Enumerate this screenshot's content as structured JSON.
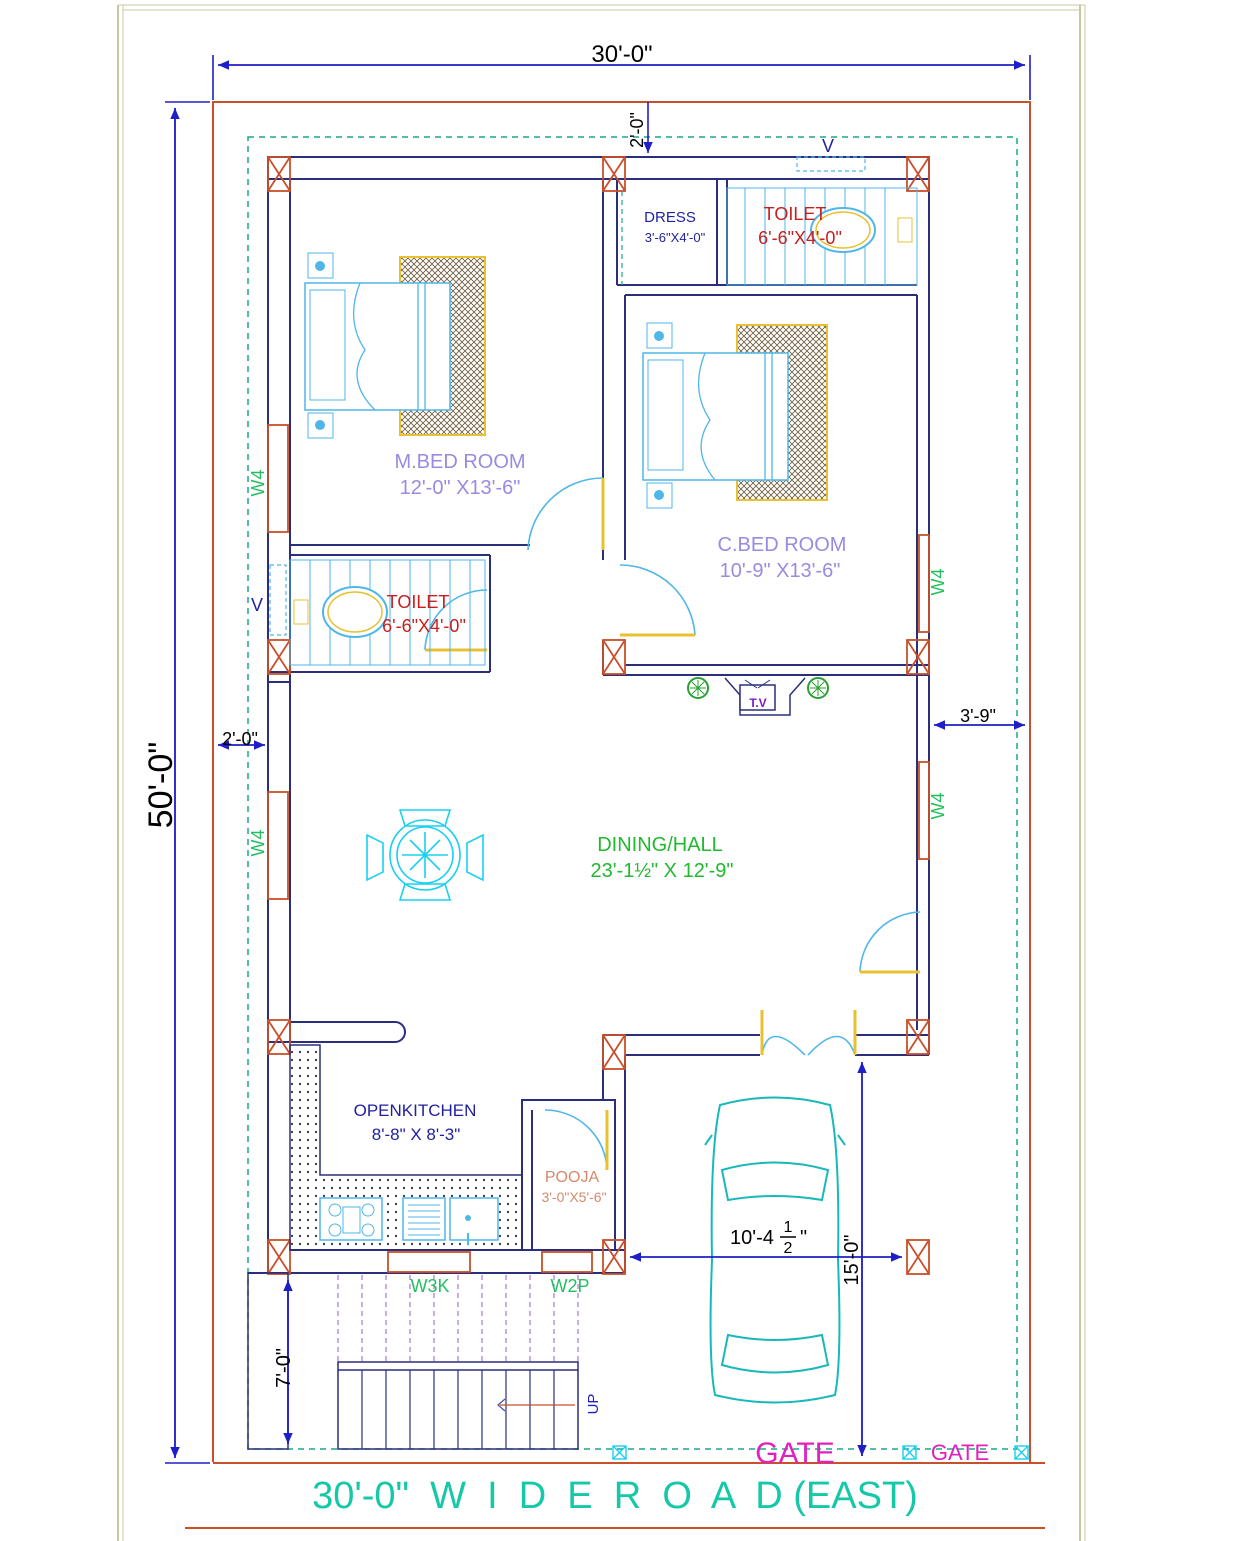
{
  "dimensions": {
    "plot_width_top": "30'-0\"",
    "plot_depth_left": "50'-0\"",
    "setback_top": "2'-0\"",
    "setback_left": "2'-0\"",
    "setback_right": "3'-9\"",
    "stair_depth": "7'-0\"",
    "parking_depth": "15'-0\"",
    "parking_width": "10'-4",
    "parking_width_frac_num": "1",
    "parking_width_frac_den": "2",
    "parking_width_inch": "\""
  },
  "rooms": {
    "master_bed": {
      "name": "M.BED ROOM",
      "size": "12'-0\" X13'-6\""
    },
    "child_bed": {
      "name": "C.BED ROOM",
      "size": "10'-9\" X13'-6\""
    },
    "dress": {
      "name": "DRESS",
      "size": "3'-6\"X4'-0\""
    },
    "toilet_top": {
      "name": "TOILET",
      "size": "6'-6\"X4'-0\""
    },
    "toilet_left": {
      "name": "TOILET",
      "size": "6'-6\"X4'-0\""
    },
    "dining_hall": {
      "name": "DINING/HALL",
      "size": "23'-1½\" X 12'-9\""
    },
    "kitchen": {
      "name": "OPENKITCHEN",
      "size": "8'-8\" X 8'-3\""
    },
    "pooja": {
      "name": "POOJA",
      "size": "3'-0\"X5'-6\""
    }
  },
  "labels": {
    "window_w4": "W4",
    "window_w3k": "W3K",
    "window_w2p": "W2P",
    "ventilator": "V",
    "tv": "T.V",
    "stair_up": "UP",
    "gate_main": "GATE",
    "gate_small": "GATE",
    "road": "30'-0\"  W  I  D  E  R  O  A  D (EAST)"
  },
  "colors": {
    "wall": "#2b2e7a",
    "plot_boundary": "#c8502a",
    "setback_line": "#1aa88a",
    "dimension": "#1f1fc8",
    "room_label": "#9a8ae0",
    "toilet_label": "#c81e1e",
    "hall_label": "#22b830",
    "window_label": "#22c060",
    "pooja_label": "#d48a6a",
    "road_label": "#16c8a8",
    "gate_label": "#e020c0",
    "furniture": "#4fb6e8",
    "frame": "#c8c8a0"
  }
}
